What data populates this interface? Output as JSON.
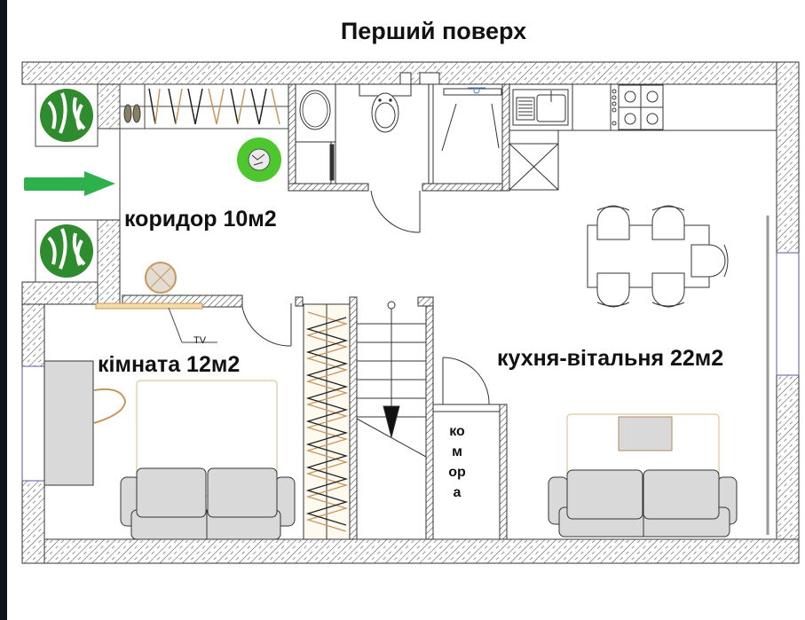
{
  "title": "Перший поверх",
  "rooms": {
    "corridor": "коридор 10м2",
    "room": "кімната 12м2",
    "kitchen_living": "кухня-вітальня 22м2",
    "storage": "комора"
  },
  "annotations": {
    "tv": "TV"
  },
  "colors": {
    "entrance_arrow": "#2eb04c",
    "wall_outline": "#333333",
    "furniture_gray": "#d9d9d9",
    "wood_accent": "#c8965a",
    "plant_green": "#2e8b2e",
    "window_blue": "#5a5aa0",
    "background_strip": "#0e141b"
  },
  "icons": [
    "entrance-arrow-icon",
    "plant-icon",
    "shoes-icon",
    "sink-icon",
    "toilet-icon",
    "shower-icon",
    "stove-icon",
    "washing-machine-icon",
    "dining-chair-icon",
    "sofa-icon",
    "staircase-arrow-icon",
    "lamp-icon"
  ]
}
